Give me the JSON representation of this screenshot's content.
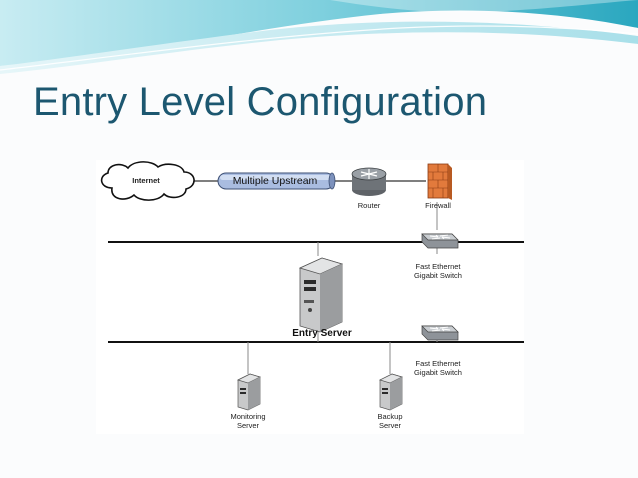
{
  "slide": {
    "title": "Entry Level Configuration"
  },
  "diagram": {
    "nodes": {
      "internet": "Internet",
      "upstream": "Multiple Upstream",
      "router": "Router",
      "firewall": "Firewall",
      "switch_top_line1": "Fast Ethernet",
      "switch_top_line2": "Gigabit Switch",
      "entry_server": "Entry Server",
      "switch_bottom_line1": "Fast Ethernet",
      "switch_bottom_line2": "Gigabit Switch",
      "monitoring_line1": "Monitoring",
      "monitoring_line2": "Server",
      "backup_line1": "Backup",
      "backup_line2": "Server"
    }
  },
  "colors": {
    "title": "#1c5770",
    "wave_teal": "#3fb6c9",
    "wave_light": "#bfe6ee",
    "upstream_pipe": "#9fb4d6",
    "firewall": "#e0743a"
  }
}
